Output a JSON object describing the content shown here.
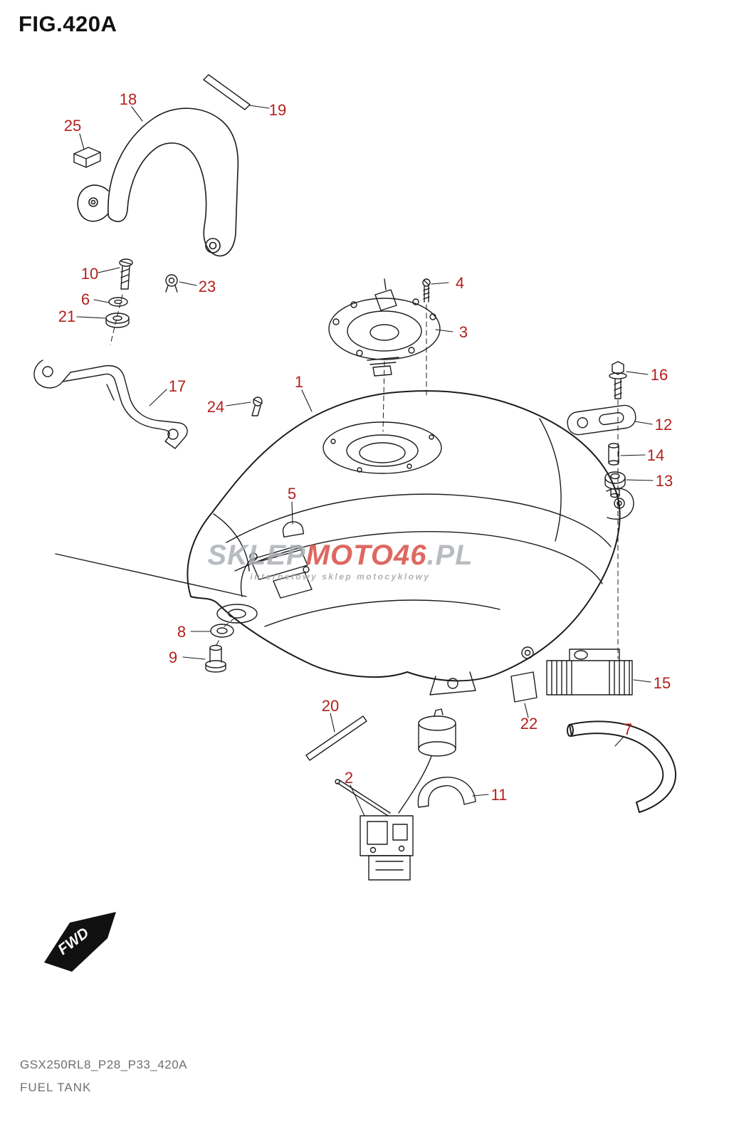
{
  "page": {
    "title": "FIG.420A",
    "fwd_label": "FWD"
  },
  "watermark": {
    "lead": "SKLEP",
    "mid": "MOTO46",
    "tail": ".PL",
    "subtitle": "internetowy sklep motocyklowy"
  },
  "footer": {
    "code": "GSX250RL8_P28_P33_420A",
    "name": "FUEL TANK"
  },
  "callouts": [
    {
      "n": "1"
    },
    {
      "n": "2"
    },
    {
      "n": "3"
    },
    {
      "n": "4"
    },
    {
      "n": "5"
    },
    {
      "n": "6"
    },
    {
      "n": "7"
    },
    {
      "n": "8"
    },
    {
      "n": "9"
    },
    {
      "n": "10"
    },
    {
      "n": "11"
    },
    {
      "n": "12"
    },
    {
      "n": "13"
    },
    {
      "n": "14"
    },
    {
      "n": "15"
    },
    {
      "n": "16"
    },
    {
      "n": "17"
    },
    {
      "n": "18"
    },
    {
      "n": "19"
    },
    {
      "n": "20"
    },
    {
      "n": "21"
    },
    {
      "n": "22"
    },
    {
      "n": "23"
    },
    {
      "n": "24"
    },
    {
      "n": "25"
    }
  ]
}
